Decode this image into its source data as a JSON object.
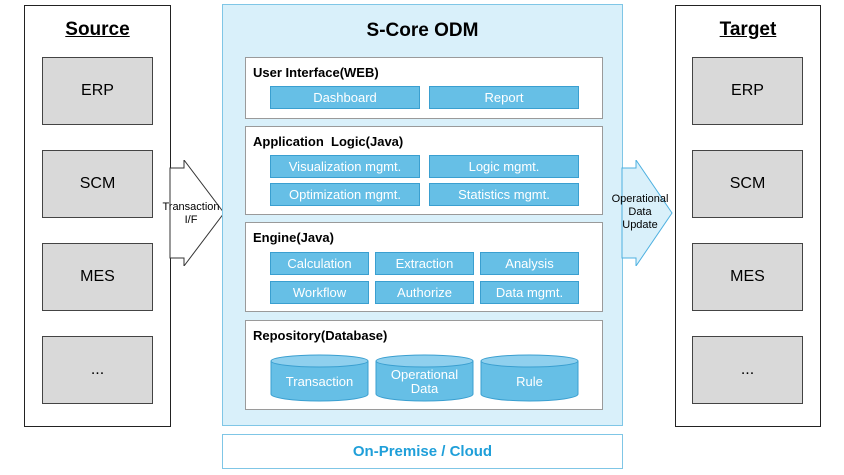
{
  "source": {
    "title": "Source",
    "items": [
      "ERP",
      "SCM",
      "MES",
      "..."
    ]
  },
  "target": {
    "title": "Target",
    "items": [
      "ERP",
      "SCM",
      "MES",
      "..."
    ]
  },
  "center": {
    "title": "S-Core ODM"
  },
  "panels": {
    "ui": {
      "title": "User Interface(WEB)",
      "modules": [
        "Dashboard",
        "Report"
      ]
    },
    "app": {
      "title": "Application  Logic(Java)",
      "modules": [
        "Visualization mgmt.",
        "Logic mgmt.",
        "Optimization mgmt.",
        "Statistics mgmt."
      ]
    },
    "engine": {
      "title": "Engine(Java)",
      "modules": [
        "Calculation",
        "Extraction",
        "Analysis",
        "Workflow",
        "Authorize",
        "Data mgmt."
      ]
    },
    "repo": {
      "title": "Repository(Database)",
      "stores": [
        {
          "line1": "Transaction",
          "line2": ""
        },
        {
          "line1": "Operational",
          "line2": "Data"
        },
        {
          "line1": "Rule",
          "line2": ""
        }
      ]
    }
  },
  "arrows": {
    "left": {
      "line1": "Transaction",
      "line2": "I/F"
    },
    "right": {
      "line1": "Operational",
      "line2": "Data",
      "line3": "Update"
    }
  },
  "deployment": {
    "label": "On-Premise / Cloud"
  },
  "colors": {
    "module_fill": "#66bfe6",
    "center_fill": "#d9f0fa",
    "system_fill": "#d9d9d9",
    "deployment_text": "#1f9fd9"
  }
}
